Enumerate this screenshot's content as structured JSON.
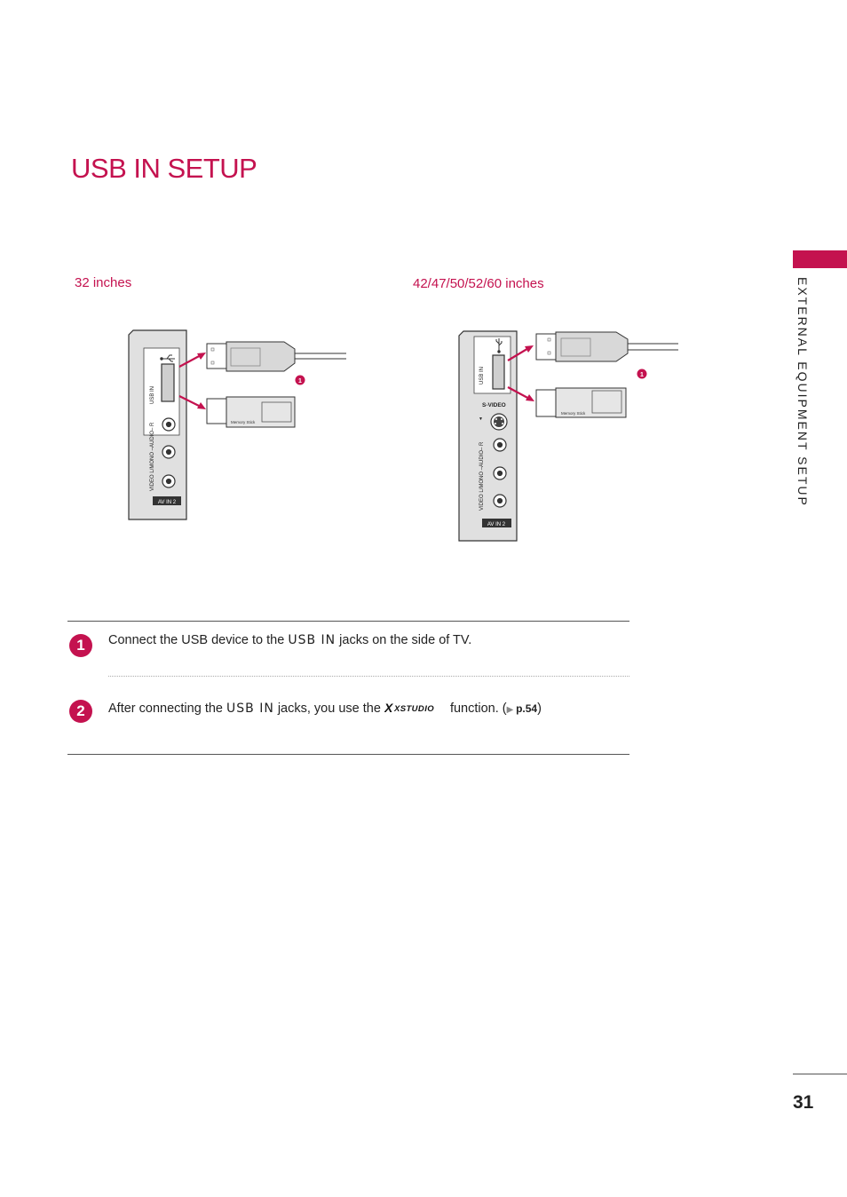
{
  "page": {
    "title": "USB IN SETUP",
    "section_label": "EXTERNAL EQUIPMENT SETUP",
    "page_number": "31",
    "accent_color": "#c4124f"
  },
  "diagrams": {
    "left": {
      "label": "32 inches",
      "usb_label": "USB IN",
      "audio_label": "VIDEO  L/MONO –AUDIO– R",
      "av_label": "AV IN 2",
      "memory_label": "Memory Stick",
      "callout": "1"
    },
    "right": {
      "label": "42/47/50/52/60 inches",
      "usb_label": "USB IN",
      "svideo_label": "S-VIDEO",
      "audio_label": "VIDEO  L/MONO –AUDIO– R",
      "av_label": "AV IN 2",
      "memory_label": "Memory Stick",
      "callout": "1"
    }
  },
  "steps": [
    {
      "number": "1",
      "pre": "Connect the USB device to the ",
      "keyword": "USB IN",
      "post": " jacks on the side of TV."
    },
    {
      "number": "2",
      "pre": "After connecting the ",
      "keyword": "USB IN",
      "mid": " jacks, you use the ",
      "logo": "XSTUDIO",
      "post": " function. (",
      "ref": "p.54",
      "end": ")"
    }
  ],
  "icons": [
    "usb-icon",
    "arrow-right-icon"
  ]
}
